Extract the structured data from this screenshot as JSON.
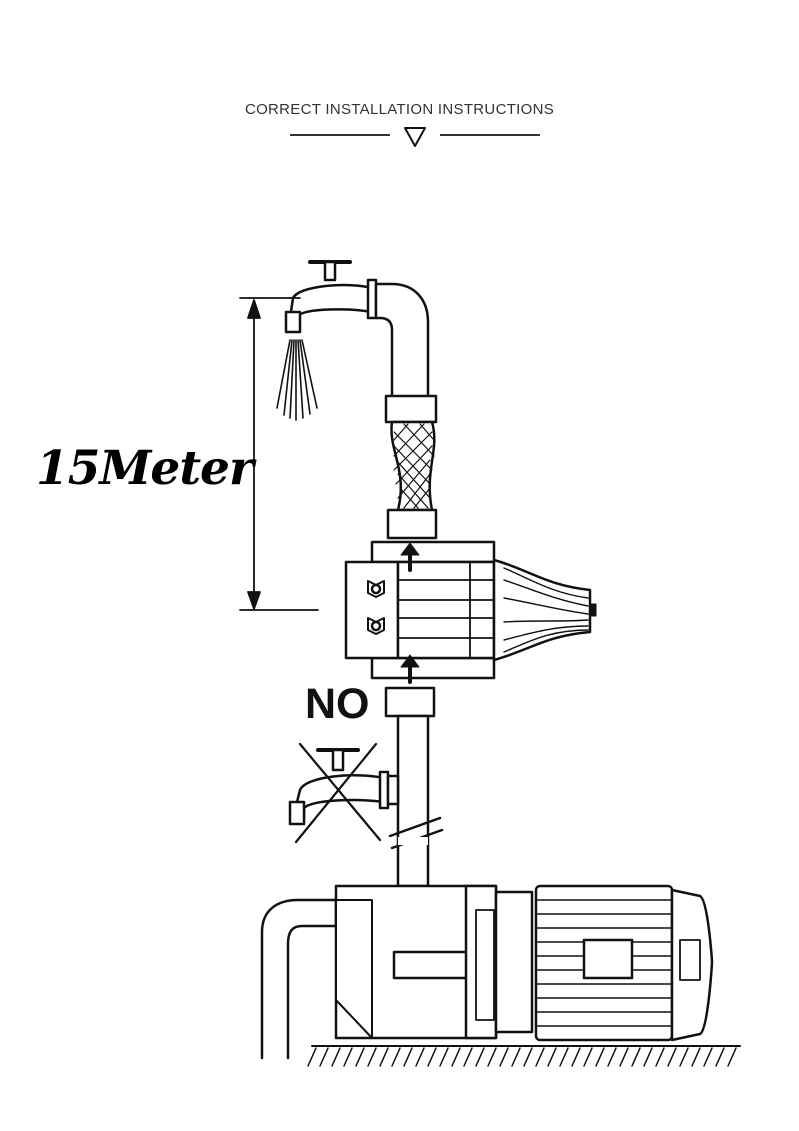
{
  "header": {
    "title": "CORRECT INSTALLATION INSTRUCTIONS",
    "icon": "down-triangle-icon"
  },
  "height_label": "15Meter",
  "warning_label": "NO",
  "colors": {
    "ink": "#111111",
    "header_text": "#333333",
    "background": "#ffffff"
  }
}
